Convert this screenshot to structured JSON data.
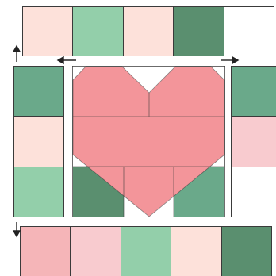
{
  "colors": {
    "blush": "#fde1da",
    "mint": "#93cfaa",
    "sage": "#6aa98a",
    "forest": "#5a8f6f",
    "white": "#ffffff",
    "coral": "#f3959a",
    "rose": "#f5b5b8",
    "pink": "#f8cbcf",
    "outline": "#3a3a3a"
  },
  "top_strip": [
    "blush",
    "mint",
    "blush",
    "forest",
    "white"
  ],
  "left_strip": [
    "sage",
    "blush",
    "mint"
  ],
  "right_strip": [
    "sage",
    "pink",
    "white"
  ],
  "bottom_strip": [
    "rose",
    "pink",
    "mint",
    "blush",
    "forest"
  ],
  "center_block": {
    "heart": "coral",
    "lower_left_triangle": "forest",
    "lower_right_triangle": "sage",
    "background": "white"
  },
  "arrows": [
    "arrow-up",
    "arrow-left",
    "arrow-right",
    "arrow-down"
  ]
}
